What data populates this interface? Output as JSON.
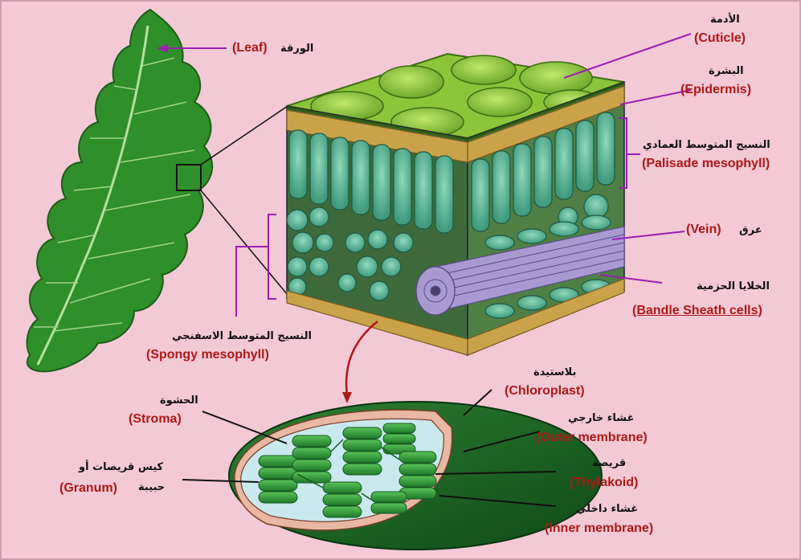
{
  "labels": {
    "leaf": {
      "en": "(Leaf)",
      "ar": "الورقة"
    },
    "cuticle": {
      "ar": "الأدمة",
      "en": "(Cuticle)"
    },
    "epidermis": {
      "ar": "البشرة",
      "en": "(Epidermis)"
    },
    "palisade": {
      "ar": "النسيج المتوسط العمادي",
      "en": "(Palisade mesophyll)"
    },
    "vein": {
      "en": "(Vein)",
      "ar": "عرق"
    },
    "bundle": {
      "ar": "الخلايا الحزمية",
      "en": "(Bandle Sheath cells)"
    },
    "spongy": {
      "ar": "النسيج المتوسط الاسفنجي",
      "en": "(Spongy mesophyll)"
    },
    "chloroplast": {
      "ar": "بلاستيدة",
      "en": "(Chloroplast)"
    },
    "stroma": {
      "ar": "الحشوة",
      "en": "(Stroma)"
    },
    "outer": {
      "ar": "غشاء خارجي",
      "en": "(Outer membrane)"
    },
    "granum": {
      "ar1": "كيس قريصات أو",
      "ar2": "حبيبة",
      "en": "(Granum)"
    },
    "thylakoid": {
      "ar": "قريصة",
      "en": "(Thylakoid)"
    },
    "inner": {
      "ar": "غشاء داخلي",
      "en": "(Inner membrane)"
    }
  },
  "colors": {
    "background": "#f4c9d6",
    "label_english": "#b01818",
    "leader_line": "#9b1fb0",
    "leaf_green": "#2f8f2a",
    "cuticle_green": "#8cc43a",
    "epidermis_tan": "#c9a24a",
    "mesophyll_cell": "#5fb89a",
    "chloroplast_dark": "#1f6b27",
    "thylakoid": "#3fa042"
  }
}
